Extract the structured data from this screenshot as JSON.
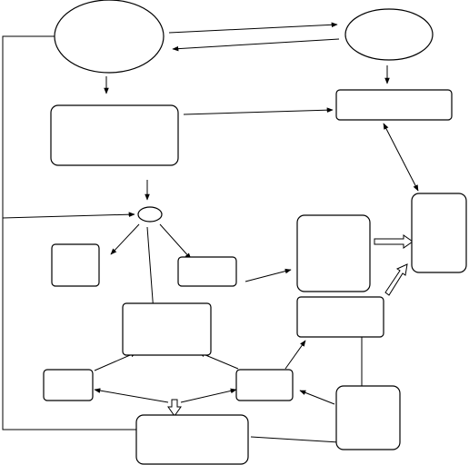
{
  "diagram": {
    "kind": "flowchart",
    "nodes": [
      {
        "id": "top-left-ellipse",
        "shape": "ellipse",
        "label": ""
      },
      {
        "id": "top-right-ellipse",
        "shape": "ellipse",
        "label": ""
      },
      {
        "id": "left-upper-box",
        "shape": "rounded-rect",
        "label": ""
      },
      {
        "id": "right-upper-box",
        "shape": "rounded-rect",
        "label": ""
      },
      {
        "id": "small-ellipse",
        "shape": "ellipse",
        "label": ""
      },
      {
        "id": "left-small-box",
        "shape": "rounded-rect",
        "label": ""
      },
      {
        "id": "mid-small-box",
        "shape": "rounded-rect",
        "label": ""
      },
      {
        "id": "mid-right-tall-box",
        "shape": "rounded-rect",
        "label": ""
      },
      {
        "id": "far-right-box",
        "shape": "rounded-rect",
        "label": ""
      },
      {
        "id": "center-box",
        "shape": "rounded-rect",
        "label": ""
      },
      {
        "id": "right-mid-box",
        "shape": "rounded-rect",
        "label": ""
      },
      {
        "id": "bottom-left-small-box",
        "shape": "rounded-rect",
        "label": ""
      },
      {
        "id": "bottom-mid-small-box",
        "shape": "rounded-rect",
        "label": ""
      },
      {
        "id": "bottom-right-box",
        "shape": "rounded-rect",
        "label": ""
      },
      {
        "id": "bottom-center-box",
        "shape": "rounded-rect",
        "label": ""
      }
    ],
    "edges": [
      {
        "from": "top-left-ellipse",
        "to": "top-right-ellipse",
        "style": "arrow"
      },
      {
        "from": "top-right-ellipse",
        "to": "top-left-ellipse",
        "style": "arrow"
      },
      {
        "from": "top-left-ellipse",
        "to": "left-upper-box",
        "style": "arrow"
      },
      {
        "from": "top-right-ellipse",
        "to": "right-upper-box",
        "style": "arrow"
      },
      {
        "from": "left-upper-box",
        "to": "right-upper-box",
        "style": "arrow"
      },
      {
        "from": "right-upper-box",
        "to": "far-right-box",
        "style": "double-arrow"
      },
      {
        "from": "left-upper-box",
        "to": "small-ellipse",
        "style": "arrow"
      },
      {
        "from": "top-left-ellipse",
        "to": "small-ellipse",
        "style": "arrow"
      },
      {
        "from": "small-ellipse",
        "to": "left-small-box",
        "style": "arrow"
      },
      {
        "from": "small-ellipse",
        "to": "mid-small-box",
        "style": "arrow"
      },
      {
        "from": "small-ellipse",
        "to": "center-box",
        "style": "arrow"
      },
      {
        "from": "mid-small-box",
        "to": "mid-right-tall-box",
        "style": "arrow"
      },
      {
        "from": "mid-right-tall-box",
        "to": "far-right-box",
        "style": "hollow-arrow"
      },
      {
        "from": "right-mid-box",
        "to": "far-right-box",
        "style": "hollow-arrow"
      },
      {
        "from": "bottom-left-small-box",
        "to": "center-box",
        "style": "arrow"
      },
      {
        "from": "bottom-mid-small-box",
        "to": "center-box",
        "style": "arrow"
      },
      {
        "from": "bottom-mid-small-box",
        "to": "right-mid-box",
        "style": "arrow"
      },
      {
        "from": "bottom-right-box",
        "to": "right-mid-box",
        "style": "arrow"
      },
      {
        "from": "bottom-right-box",
        "to": "bottom-mid-small-box",
        "style": "arrow"
      },
      {
        "from": "bottom-center-box",
        "to": "bottom-left-small-box",
        "style": "arrow"
      },
      {
        "from": "bottom-center-box",
        "to": "bottom-mid-small-box",
        "style": "arrow"
      },
      {
        "from": "bottom-right-box",
        "to": "bottom-center-box",
        "style": "line"
      }
    ]
  }
}
